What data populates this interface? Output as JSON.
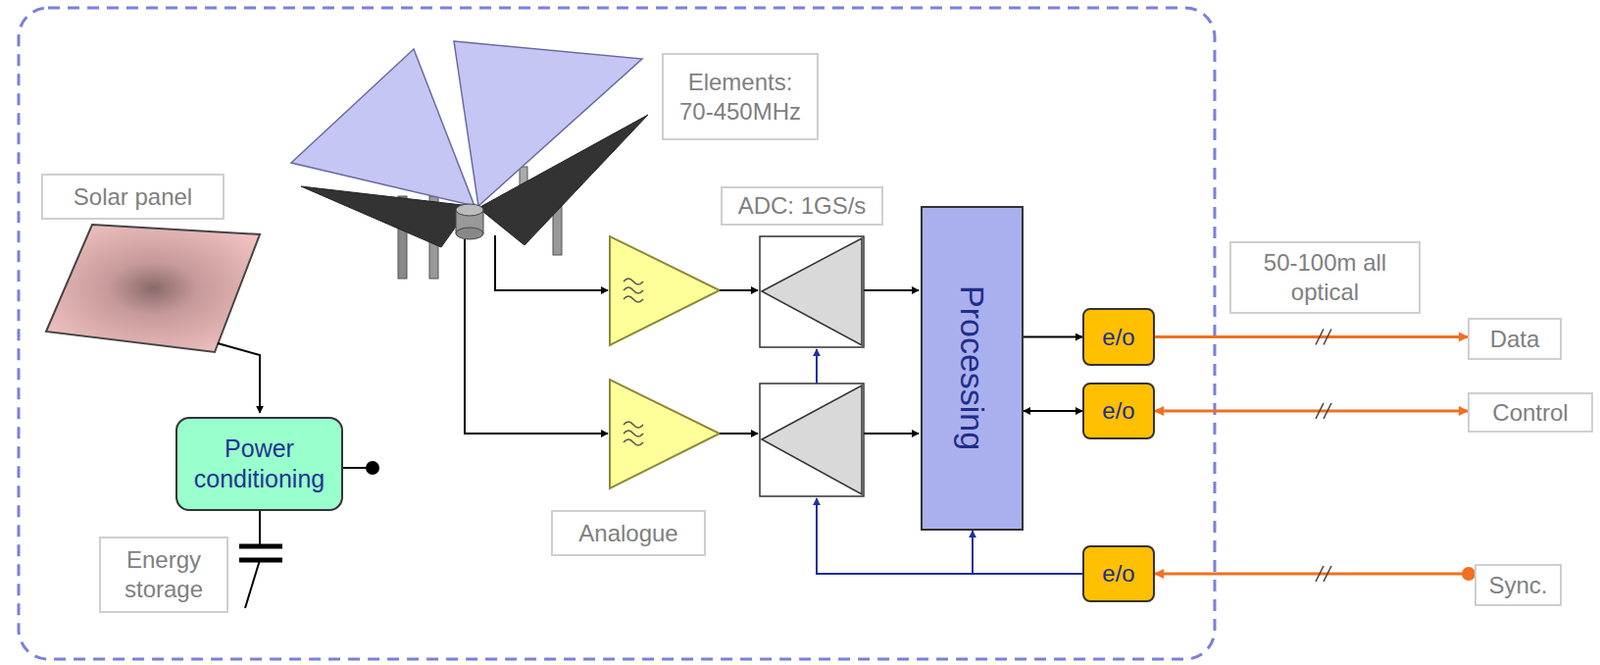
{
  "diagram": {
    "nodes": [
      {
        "text": [
          "Solar panel"
        ]
      },
      {
        "text": [
          "Elements: 70-450MHz"
        ]
      },
      {
        "text": [
          "ADC: 1GS/s"
        ]
      },
      {
        "text": [
          "Processing"
        ]
      },
      {
        "text": [
          "50-100m all optical"
        ]
      },
      {
        "text": [
          "e/o"
        ]
      },
      {
        "text": [
          "Data"
        ]
      },
      {
        "text": [
          "e/o"
        ]
      },
      {
        "text": [
          "Control"
        ]
      },
      {
        "text": [
          "Power conditioning"
        ]
      },
      {
        "text": [
          "Analogue"
        ]
      },
      {
        "text": [
          "Energy storage"
        ]
      },
      {
        "text": [
          "e/o"
        ]
      },
      {
        "text": [
          "Sync."
        ]
      }
    ],
    "edges": [
      {
        "from": 3,
        "to": 5,
        "arrow": "to"
      },
      {
        "from": 5,
        "to": 6,
        "arrow": "to"
      },
      {
        "from": 3,
        "to": 7,
        "arrow": "both"
      },
      {
        "from": 7,
        "to": 8,
        "arrow": "both"
      },
      {
        "from": 13,
        "to": 12,
        "arrow": "to"
      },
      {
        "from": 12,
        "to": 3,
        "arrow": "to"
      }
    ]
  }
}
